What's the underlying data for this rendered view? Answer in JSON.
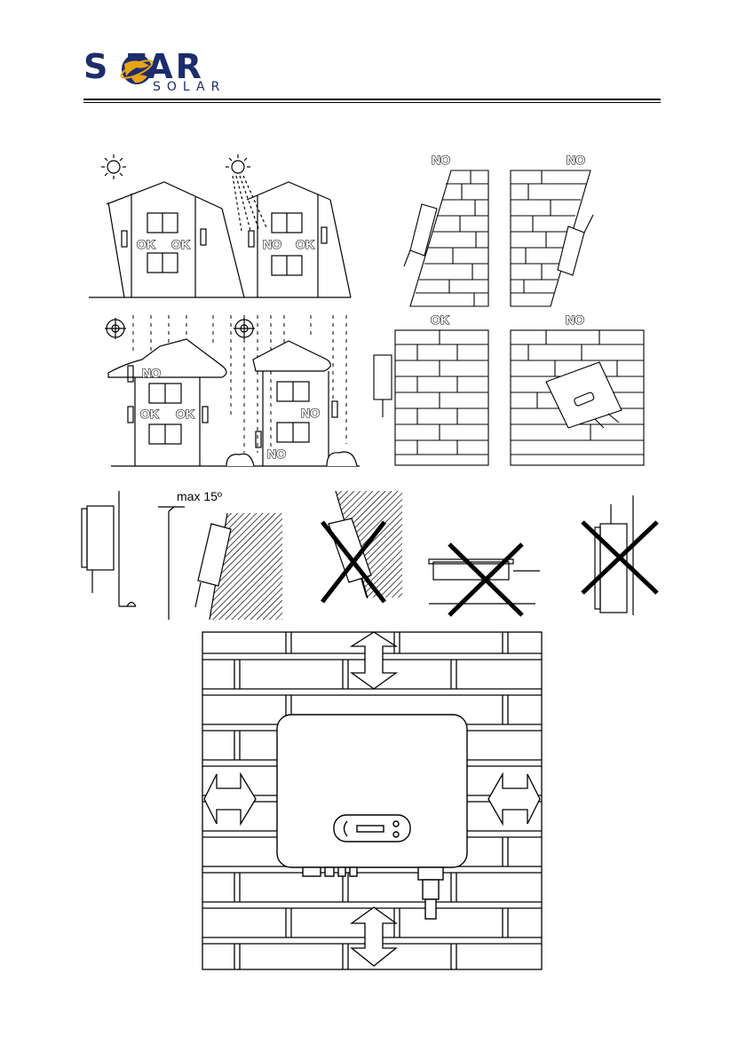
{
  "header": {
    "logo_main": "S  FAR",
    "logo_sub": "SOLAR",
    "brand_color": "#1d2d6b",
    "accent_color": "#e8a317"
  },
  "sun_scene": {
    "labels": [
      "OK",
      "OK",
      "NO",
      "OK"
    ]
  },
  "tilt_scene": {
    "labels": [
      "NO",
      "NO"
    ]
  },
  "snow_scene": {
    "labels": [
      "NO",
      "OK",
      "OK",
      "NO",
      "NO"
    ]
  },
  "orientation_scene": {
    "labels": [
      "OK",
      "NO"
    ]
  },
  "angle_scene": {
    "max_label": "max 15º"
  }
}
